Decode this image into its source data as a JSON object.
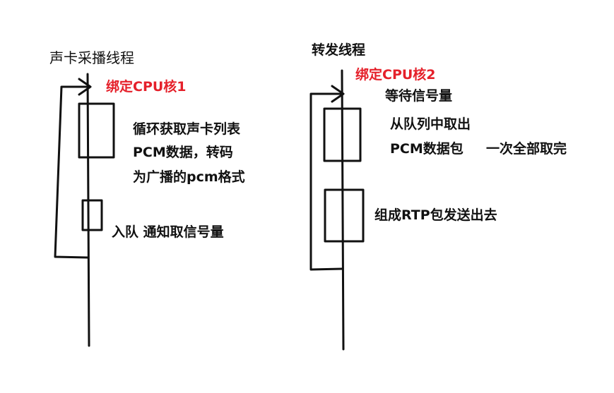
{
  "colors": {
    "ink": "#111111",
    "highlight": "#e5202a",
    "background": "#ffffff"
  },
  "left_thread": {
    "title": "声卡采播线程",
    "bind_label": "绑定CPU核1",
    "box1_text": [
      "循环获取声卡列表",
      "PCM数据，转码",
      "为广播的pcm格式"
    ],
    "box2_text": "入队 通知取信号量"
  },
  "right_thread": {
    "title": "转发线程",
    "bind_label": "绑定CPU核2",
    "wait_text": "等待信号量",
    "box1_text": [
      "从队列中取出",
      "PCM数据包",
      "一次全部取完"
    ],
    "box2_text": "组成RTP包发送出去"
  }
}
